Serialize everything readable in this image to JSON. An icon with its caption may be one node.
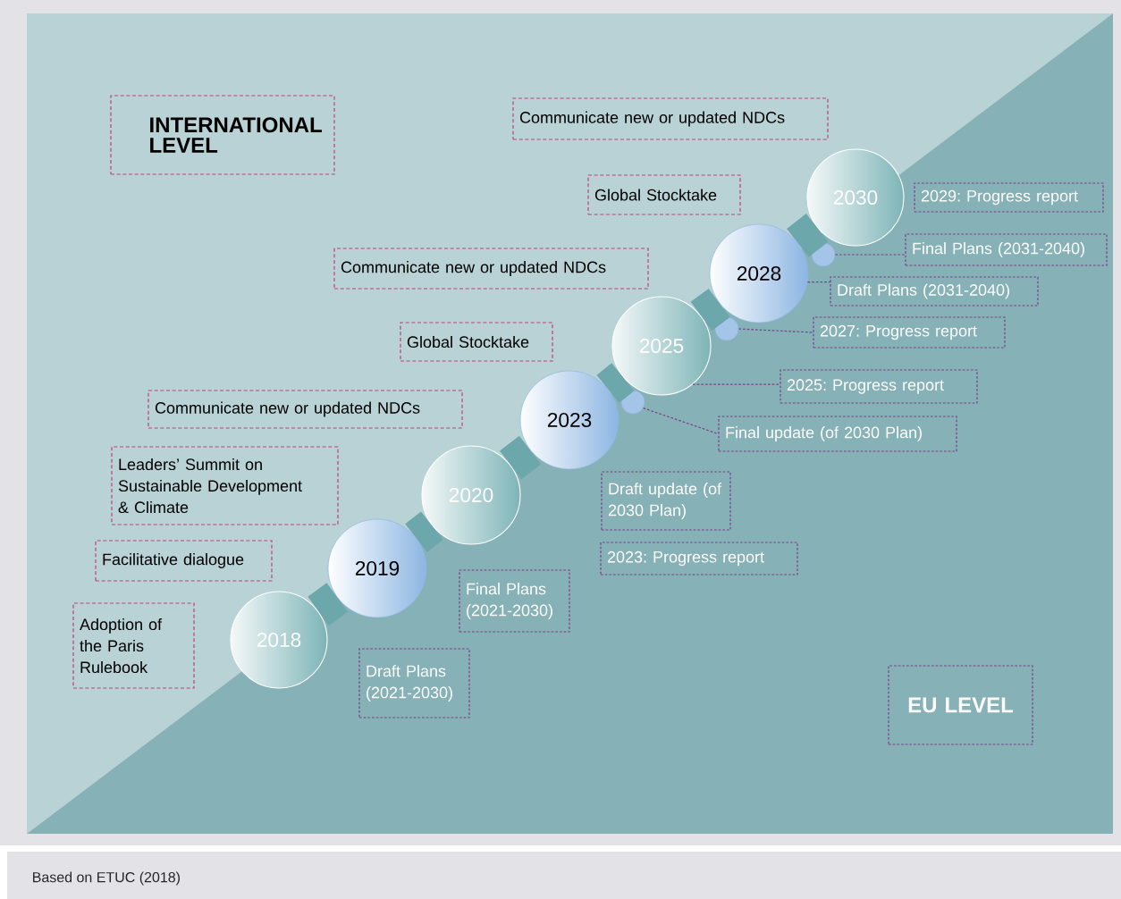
{
  "diagram": {
    "caption": "Based on ETUC (2018)",
    "nodes": [
      {
        "text": [
          "INTERNATIONAL LEVEL"
        ]
      },
      {
        "text": [
          "Communicate new or updated NDCs"
        ]
      },
      {
        "text": [
          "Global Stocktake"
        ]
      },
      {
        "text": [
          "2030"
        ]
      },
      {
        "text": [
          "Communicate new or updated NDCs"
        ]
      },
      {
        "text": [
          "2028"
        ]
      },
      {
        "text": [
          "Global Stocktake"
        ]
      },
      {
        "text": [
          "2025"
        ]
      },
      {
        "text": [
          "Communicate new or updated NDCs"
        ]
      },
      {
        "text": [
          "2023"
        ]
      },
      {
        "text": [
          "Leaders’ Summit on Sustainable Development & Climate"
        ]
      },
      {
        "text": [
          "2020"
        ]
      },
      {
        "text": [
          "Facilitative dialogue"
        ]
      },
      {
        "text": [
          "2019"
        ]
      },
      {
        "text": [
          "Adoption of the Paris Rulebook"
        ]
      },
      {
        "text": [
          "2018"
        ]
      },
      {
        "text": [
          "2029: Progress report"
        ]
      },
      {
        "text": [],
        "shape": "circle"
      },
      {
        "text": [
          "Final Plans (2031-2040)"
        ]
      },
      {
        "text": [
          "Draft Plans (2031-2040)"
        ]
      },
      {
        "text": [],
        "shape": "circle"
      },
      {
        "text": [
          "2027: Progress report"
        ]
      },
      {
        "text": [
          "2025: Progress report"
        ]
      },
      {
        "text": [],
        "shape": "circle"
      },
      {
        "text": [
          "Final update (of 2030 Plan)"
        ]
      },
      {
        "text": [
          "Draft update (of 2030 Plan)"
        ]
      },
      {
        "text": [
          "2023: Progress report"
        ]
      },
      {
        "text": [
          "Final Plans (2021-2030)"
        ]
      },
      {
        "text": [
          "Draft Plans (2021-2030)"
        ]
      },
      {
        "text": [
          "EU LEVEL"
        ]
      }
    ],
    "edges": [
      {
        "from": 17,
        "to": 18,
        "arrow": "none",
        "style": "dashed",
        "color": "#7b3f8d"
      },
      {
        "from": 5,
        "to": 19,
        "arrow": "none",
        "style": "dashed",
        "color": "#7b3f8d"
      },
      {
        "from": 20,
        "to": 21,
        "arrow": "none",
        "style": "dashed",
        "color": "#7b3f8d"
      },
      {
        "from": 7,
        "to": 22,
        "arrow": "none",
        "style": "dashed",
        "color": "#7b3f8d"
      },
      {
        "from": 23,
        "to": 24,
        "arrow": "none",
        "style": "dashed",
        "color": "#7b3f8d"
      },
      {
        "from": 15,
        "to": 13,
        "arrow": "none"
      },
      {
        "from": 13,
        "to": 11,
        "arrow": "none"
      },
      {
        "from": 11,
        "to": 9,
        "arrow": "none"
      },
      {
        "from": 9,
        "to": 7,
        "arrow": "none"
      },
      {
        "from": 7,
        "to": 5,
        "arrow": "none"
      },
      {
        "from": 5,
        "to": 3,
        "arrow": "none"
      }
    ]
  }
}
